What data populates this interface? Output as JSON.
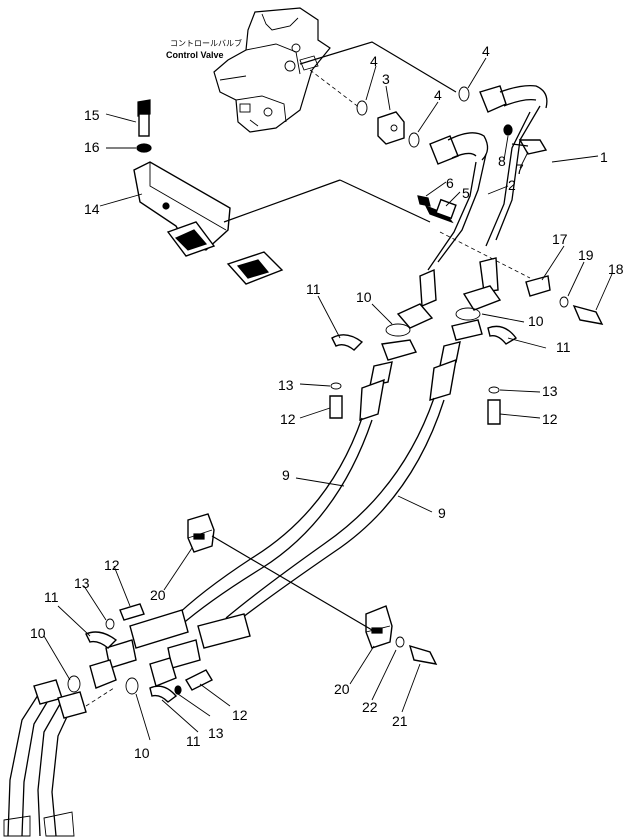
{
  "control_valve": {
    "label_jp": "コントロールバルブ",
    "label_en": "Control Valve"
  },
  "callouts": [
    {
      "id": "c1",
      "text": "1"
    },
    {
      "id": "c2",
      "text": "2"
    },
    {
      "id": "c3",
      "text": "3"
    },
    {
      "id": "c4a",
      "text": "4"
    },
    {
      "id": "c4b",
      "text": "4"
    },
    {
      "id": "c4c",
      "text": "4"
    },
    {
      "id": "c5",
      "text": "5"
    },
    {
      "id": "c6",
      "text": "6"
    },
    {
      "id": "c7",
      "text": "7"
    },
    {
      "id": "c8",
      "text": "8"
    },
    {
      "id": "c9a",
      "text": "9"
    },
    {
      "id": "c9b",
      "text": "9"
    },
    {
      "id": "c10a",
      "text": "10"
    },
    {
      "id": "c10b",
      "text": "10"
    },
    {
      "id": "c10c",
      "text": "10"
    },
    {
      "id": "c10d",
      "text": "10"
    },
    {
      "id": "c11a",
      "text": "11"
    },
    {
      "id": "c11b",
      "text": "11"
    },
    {
      "id": "c11c",
      "text": "11"
    },
    {
      "id": "c11d",
      "text": "11"
    },
    {
      "id": "c12a",
      "text": "12"
    },
    {
      "id": "c12b",
      "text": "12"
    },
    {
      "id": "c12c",
      "text": "12"
    },
    {
      "id": "c12d",
      "text": "12"
    },
    {
      "id": "c13a",
      "text": "13"
    },
    {
      "id": "c13b",
      "text": "13"
    },
    {
      "id": "c13c",
      "text": "13"
    },
    {
      "id": "c13d",
      "text": "13"
    },
    {
      "id": "c14",
      "text": "14"
    },
    {
      "id": "c15",
      "text": "15"
    },
    {
      "id": "c16",
      "text": "16"
    },
    {
      "id": "c17",
      "text": "17"
    },
    {
      "id": "c18",
      "text": "18"
    },
    {
      "id": "c19",
      "text": "19"
    },
    {
      "id": "c20a",
      "text": "20"
    },
    {
      "id": "c20b",
      "text": "20"
    },
    {
      "id": "c21",
      "text": "21"
    },
    {
      "id": "c22",
      "text": "22"
    }
  ]
}
